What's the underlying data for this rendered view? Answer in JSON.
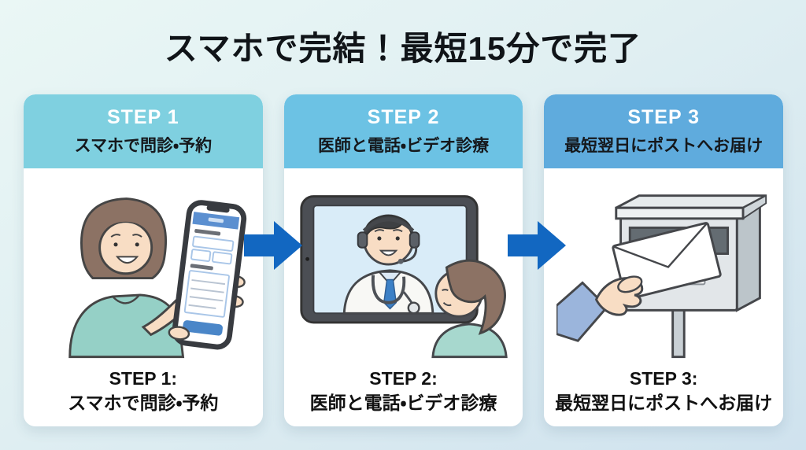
{
  "page": {
    "title": "スマホで完結！最短15分で完了",
    "background_gradient": [
      "#eaf7f5",
      "#cfe2ee"
    ]
  },
  "colors": {
    "arrow_blue": "#1267c1",
    "step1_header": "#7fd0e0",
    "step2_header": "#6cc2e4",
    "step3_header": "#5fabdd",
    "card_background": "#ffffff",
    "title_text": "#101418",
    "step_label_text": "#ffffff",
    "subtitle_text": "#15181c"
  },
  "steps": [
    {
      "label": "STEP 1",
      "subtitle": "スマホで問診・予約",
      "caption_line1": "STEP 1:",
      "caption_line2": "スマホで問診・予約",
      "illustration_alt": "スマホの問診フォームを指差す女性のイラスト"
    },
    {
      "label": "STEP 2",
      "subtitle": "医師と電話・ビデオ診療",
      "caption_line1": "STEP 2:",
      "caption_line2": "医師と電話・ビデオ診療",
      "illustration_alt": "タブレット画面の医師とビデオ診療する女性のイラスト"
    },
    {
      "label": "STEP 3",
      "subtitle": "最短翌日にポストへお届け",
      "caption_line1": "STEP 3:",
      "caption_line2": "最短翌日にポストへお届け",
      "illustration_alt": "ポストに封筒を入れる手のイラスト"
    }
  ],
  "arrows": [
    {
      "name": "arrow-step1-to-step2"
    },
    {
      "name": "arrow-step2-to-step3"
    }
  ]
}
